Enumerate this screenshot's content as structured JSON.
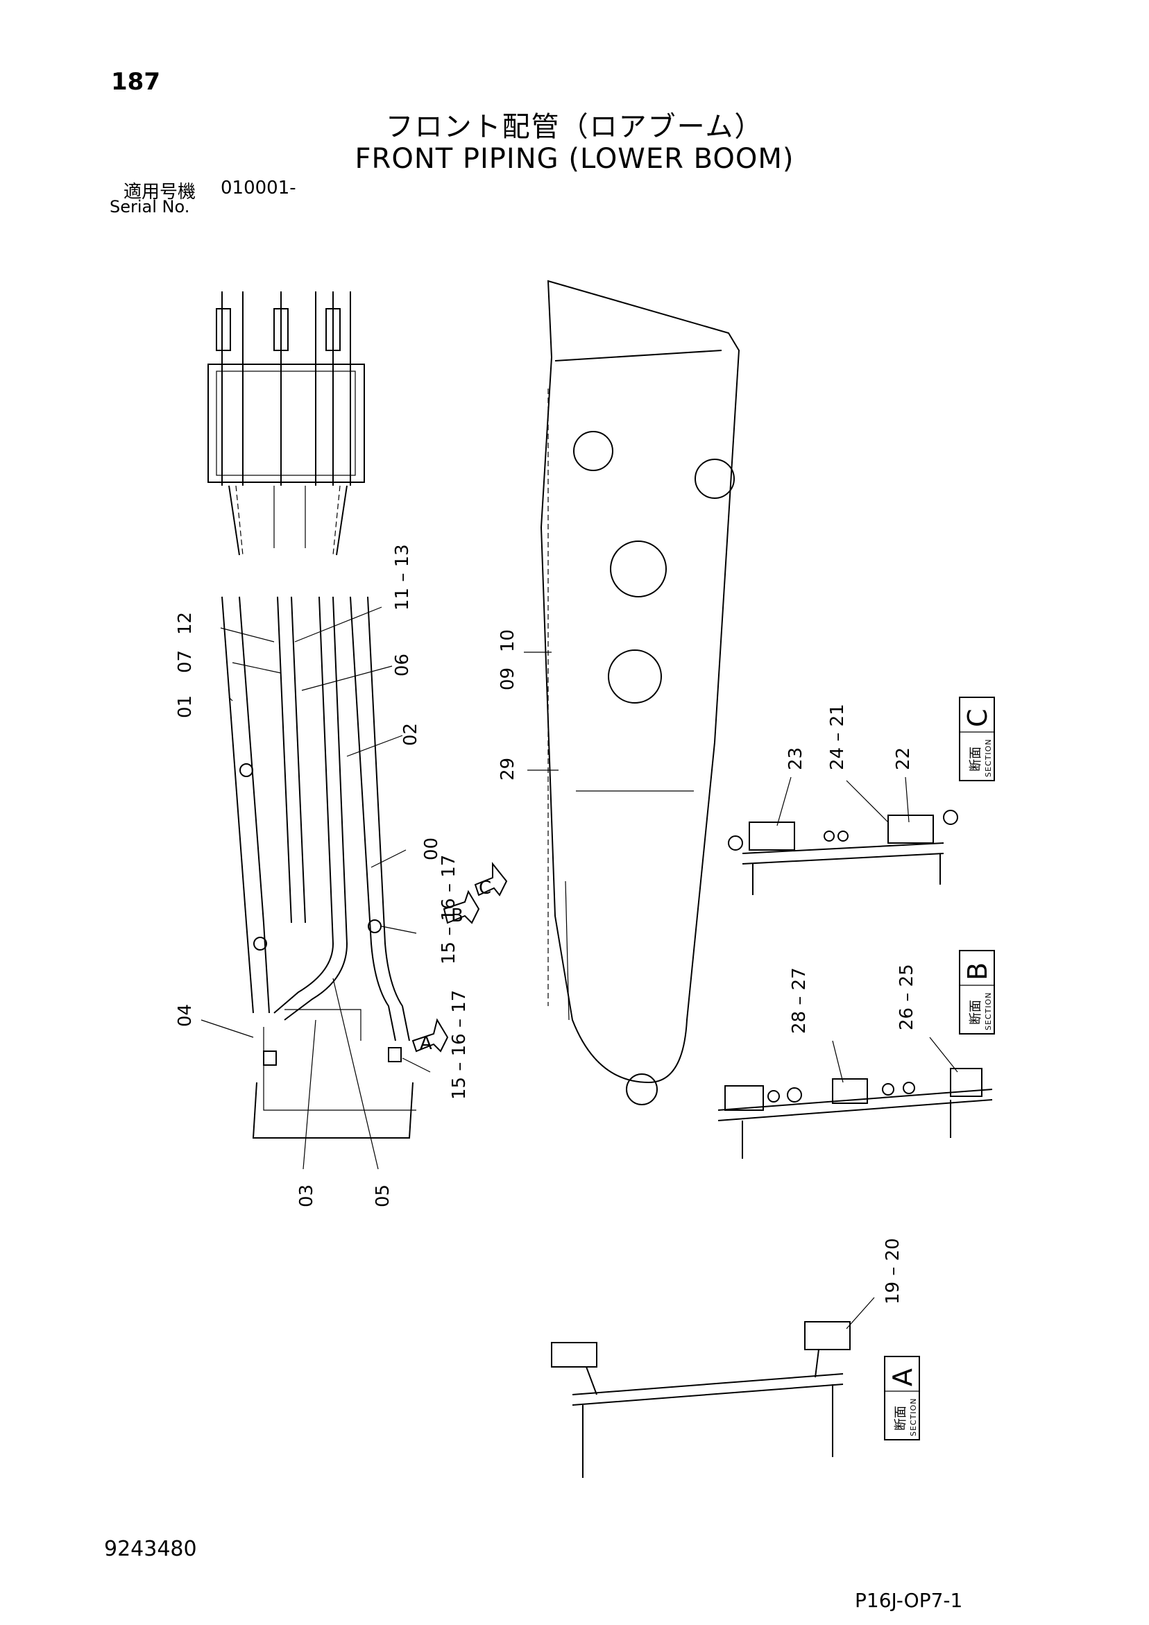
{
  "header": {
    "page_number": "187",
    "title_jp": "フロント配管（ロアブーム）",
    "title_en": "FRONT PIPING (LOWER BOOM)",
    "serial_label_jp": "適用号機",
    "serial_value": "010001-",
    "serial_label_en": "Serial No."
  },
  "callouts": {
    "c01": "01",
    "c07": "07",
    "c12": "12",
    "c11_13": "11 – 13",
    "c06": "06",
    "c02": "02",
    "c00": "00",
    "c15_17a": "15 – 16 – 17",
    "c04": "04",
    "c15_17b": "15 – 16 – 17",
    "c03": "03",
    "c05": "05",
    "c09": "09",
    "c10": "10",
    "c29": "29",
    "c23": "23",
    "c24_21": "24 – 21",
    "c22": "22",
    "c28_27": "28 – 27",
    "c26_25": "26 – 25",
    "c19_20": "19 – 20"
  },
  "sections": {
    "jp": "断面",
    "word": "SECTION",
    "c": "C",
    "b": "B",
    "a": "A"
  },
  "view_arrows": {
    "b": "B",
    "c": "C",
    "a": "A"
  },
  "footer": {
    "document_number": "9243480",
    "page_code": "P16J-OP7-1"
  }
}
